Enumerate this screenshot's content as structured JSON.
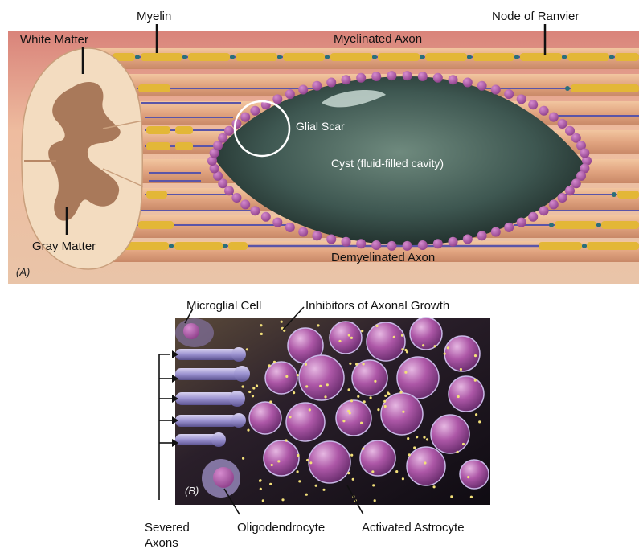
{
  "panel_a": {
    "tag": "(A)",
    "labels": {
      "white_matter": "White Matter",
      "myelin": "Myelin",
      "myelinated_axon": "Myelinated Axon",
      "node_of_ranvier": "Node of Ranvier",
      "glial_scar": "Glial Scar",
      "cyst": "Cyst (fluid-filled cavity)",
      "gray_matter": "Gray Matter",
      "demyelinated_axon": "Demyelinated Axon"
    }
  },
  "panel_b": {
    "tag": "(B)",
    "labels": {
      "microglial_cell": "Microglial Cell",
      "inhibitors": "Inhibitors of Axonal Growth",
      "severed_axons_1": "Severed",
      "severed_axons_2": "Axons",
      "oligodendrocyte": "Oligodendrocyte",
      "activated_astrocyte": "Activated Astrocyte"
    }
  },
  "colors": {
    "panel_a_bg": "#e9b29a",
    "myelin": "#e3b737",
    "axon": "#5a55a8",
    "node": "#2a6f7a",
    "glial": "#b0509a",
    "cyst": "#3f5b56",
    "cord_white": "#f3dcc0",
    "cord_gray": "#a9795a",
    "panel_b_bg": "#1b1320",
    "astrocyte": "#a3509e"
  }
}
